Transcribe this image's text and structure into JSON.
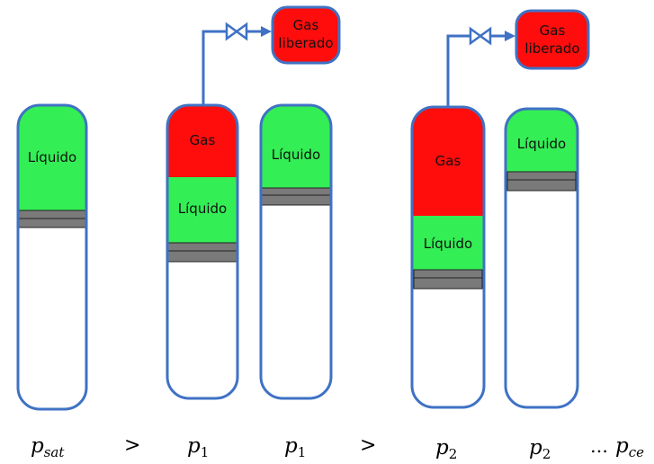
{
  "liquid_label": "Líquido",
  "gas_label": "Gas",
  "released_gas": {
    "line1": "Gas",
    "line2": "liberado"
  },
  "pressure_labels": {
    "p_sat": {
      "base": "p",
      "sub": "sat"
    },
    "gt": ">",
    "p1": {
      "base": "p",
      "sub": "1"
    },
    "p2": {
      "base": "p",
      "sub": "2"
    },
    "ellipsis": "…",
    "p_ce": {
      "base": "p",
      "sub": "ce"
    }
  },
  "colors": {
    "liquid": "#33ee55",
    "gas": "#ff0d0d",
    "outline": "#3f72c4",
    "piston": "#7a7a7a",
    "pipe": "#3f72c4"
  }
}
